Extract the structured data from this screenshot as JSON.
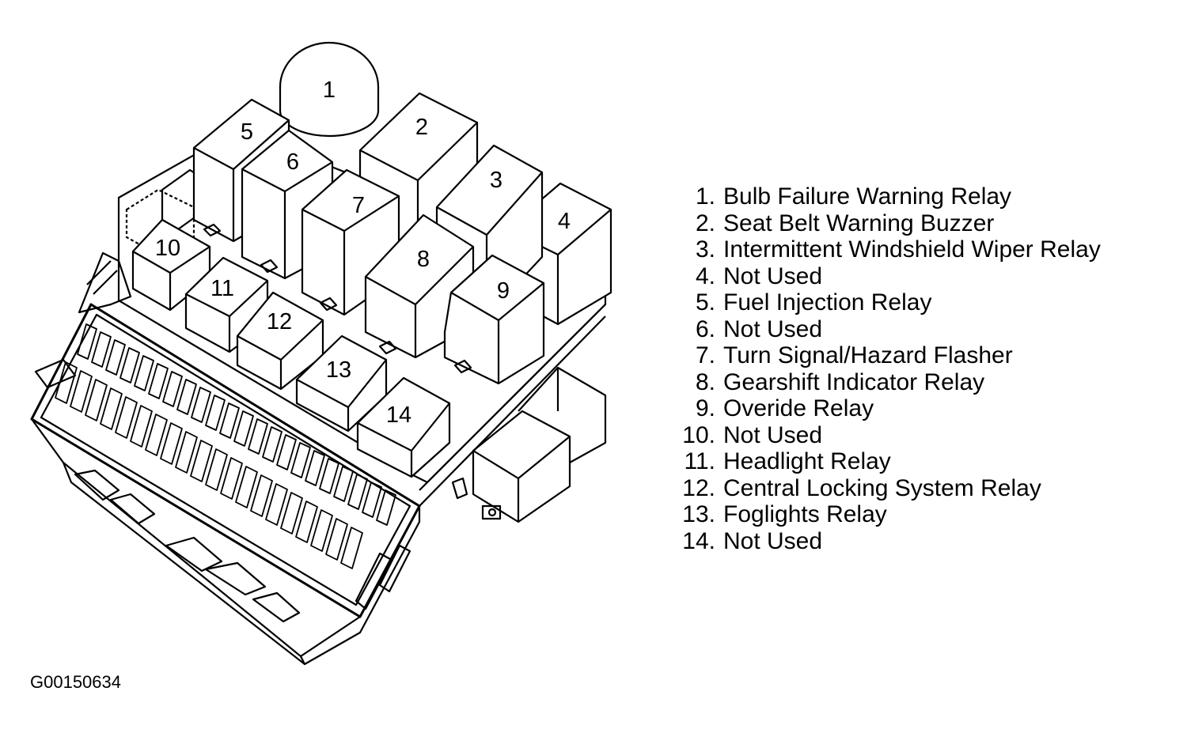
{
  "figure_id": "G00150634",
  "components": [
    {
      "number": "1",
      "label": "Bulb Failure Warning Relay"
    },
    {
      "number": "2",
      "label": "Seat Belt Warning Buzzer"
    },
    {
      "number": "3",
      "label": "Intermittent Windshield Wiper Relay"
    },
    {
      "number": "4",
      "label": "Not Used"
    },
    {
      "number": "5",
      "label": "Fuel Injection Relay"
    },
    {
      "number": "6",
      "label": "Not Used"
    },
    {
      "number": "7",
      "label": "Turn Signal/Hazard Flasher"
    },
    {
      "number": "8",
      "label": "Gearshift Indicator Relay"
    },
    {
      "number": "9",
      "label": "Overide Relay"
    },
    {
      "number": "10",
      "label": "Not Used"
    },
    {
      "number": "11",
      "label": "Headlight Relay"
    },
    {
      "number": "12",
      "label": "Central Locking System Relay"
    },
    {
      "number": "13",
      "label": "Foglights Relay"
    },
    {
      "number": "14",
      "label": "Not Used"
    }
  ]
}
